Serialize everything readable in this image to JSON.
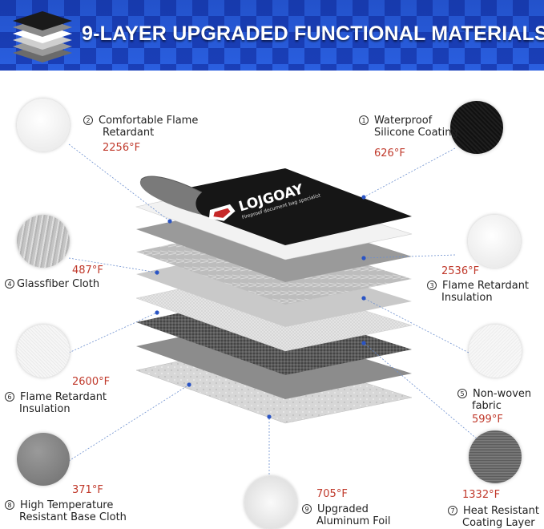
{
  "banner": {
    "title": "9-LAYER UPGRADED FUNCTIONAL MATERIALS"
  },
  "brand": {
    "name": "LOJGOAY",
    "tagline": "Fireproof document bag specialist"
  },
  "layers": [
    {
      "num": "①",
      "line1": "Waterproof",
      "line2": "Silicone Coating",
      "temp": "626°F"
    },
    {
      "num": "②",
      "line1": "Comfortable Flame",
      "line2": "Retardant",
      "temp": "2256°F"
    },
    {
      "num": "③",
      "line1": "Flame Retardant",
      "line2": "Insulation",
      "temp": "2536°F"
    },
    {
      "num": "④",
      "line1": "Glassfiber Cloth",
      "line2": "",
      "temp": "487°F"
    },
    {
      "num": "⑤",
      "line1": "Non-woven",
      "line2": "fabric",
      "temp": "599°F"
    },
    {
      "num": "⑥",
      "line1": "Flame Retardant",
      "line2": "Insulation",
      "temp": "2600°F"
    },
    {
      "num": "⑦",
      "line1": "Heat Resistant",
      "line2": "Coating Layer",
      "temp": "1332°F"
    },
    {
      "num": "⑧",
      "line1": "High Temperature",
      "line2": "Resistant Base Cloth",
      "temp": "371°F"
    },
    {
      "num": "⑨",
      "line1": "Upgraded",
      "line2": "Aluminum Foil",
      "temp": "705°F"
    }
  ],
  "colors": {
    "banner_blue": "#1f4fd0",
    "banner_dark": "#153aa8",
    "temperature_red": "#c0392b"
  }
}
